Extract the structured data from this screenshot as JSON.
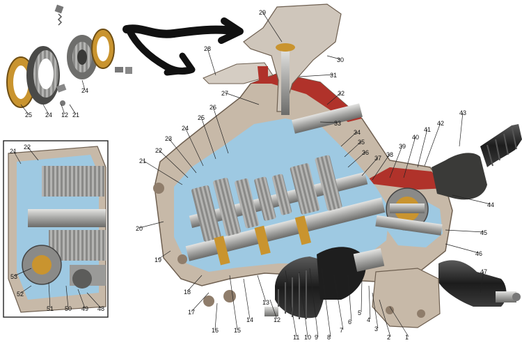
{
  "labels": [
    "1",
    "2",
    "3",
    "4",
    "5",
    "6",
    "7",
    "8",
    "9",
    "10",
    "11",
    "12",
    "13",
    "14",
    "15",
    "16",
    "17",
    "18",
    "19",
    "20",
    "21",
    "22",
    "23",
    "24",
    "25",
    "26",
    "27",
    "28",
    "29",
    "30",
    "31",
    "32",
    "33",
    "34",
    "35",
    "36",
    "37",
    "38",
    "39",
    "40",
    "41",
    "42",
    "43",
    "44",
    "45",
    "46",
    "47",
    "48",
    "49",
    "50",
    "51",
    "52",
    "53",
    "21",
    "22",
    "25",
    "24",
    "12",
    "21",
    "24"
  ],
  "colors": {
    "housing": "#c7b9a8",
    "housing_dark": "#8f7d6b",
    "oil": "#9ec9e2",
    "cut_red": "#b0322a",
    "gear": "#9a9a98",
    "gear_dark": "#5c5c5a",
    "boot": "#2b2b2b",
    "brass": "#c9942f",
    "marker": "#111111"
  }
}
